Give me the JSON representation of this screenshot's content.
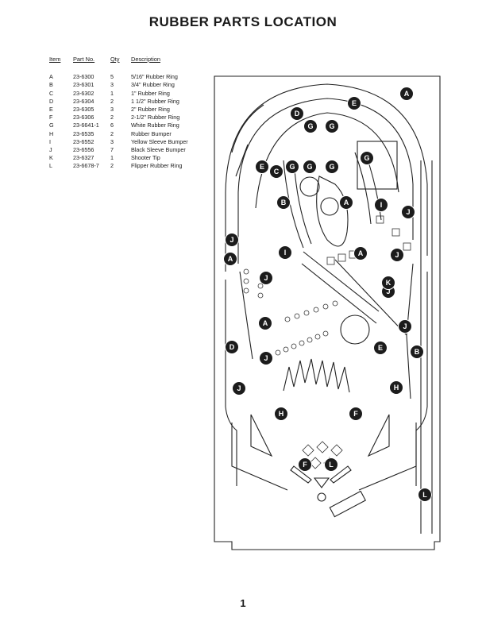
{
  "title": "RUBBER PARTS LOCATION",
  "table": {
    "headers": {
      "item": "Item",
      "part_no": "Part No.",
      "qty": "Qty",
      "description": "Description"
    },
    "rows": [
      {
        "item": "A",
        "part_no": "23-6300",
        "qty": "5",
        "description": "5/16\" Rubber Ring"
      },
      {
        "item": "B",
        "part_no": "23-6301",
        "qty": "3",
        "description": "3/4\" Rubber Ring"
      },
      {
        "item": "C",
        "part_no": "23-6302",
        "qty": "1",
        "description": "1\" Rubber Ring"
      },
      {
        "item": "D",
        "part_no": "23-6304",
        "qty": "2",
        "description": "1 1/2\" Rubber Ring"
      },
      {
        "item": "E",
        "part_no": "23-6305",
        "qty": "3",
        "description": "2\" Rubber Ring"
      },
      {
        "item": "F",
        "part_no": "23-6306",
        "qty": "2",
        "description": "2-1/2\" Rubber Ring"
      },
      {
        "item": "G",
        "part_no": "23-6641-1",
        "qty": "6",
        "description": "White Rubber Ring"
      },
      {
        "item": "H",
        "part_no": "23-6535",
        "qty": "2",
        "description": "Rubber Bumper"
      },
      {
        "item": "I",
        "part_no": "23-6552",
        "qty": "3",
        "description": "Yellow Sleeve Bumper"
      },
      {
        "item": "J",
        "part_no": "23-6556",
        "qty": "7",
        "description": "Black Sleeve Bumper"
      },
      {
        "item": "K",
        "part_no": "23-6327",
        "qty": "1",
        "description": "Shooter Tip"
      },
      {
        "item": "L",
        "part_no": "23-6678-7",
        "qty": "2",
        "description": "Flipper Rubber Ring"
      }
    ]
  },
  "diagram": {
    "callouts": [
      {
        "letter": "A"
      },
      {
        "letter": "E"
      },
      {
        "letter": "D"
      },
      {
        "letter": "G"
      },
      {
        "letter": "G"
      },
      {
        "letter": "G"
      },
      {
        "letter": "C"
      },
      {
        "letter": "E"
      },
      {
        "letter": "G"
      },
      {
        "letter": "G"
      },
      {
        "letter": "G"
      },
      {
        "letter": "B"
      },
      {
        "letter": "A"
      },
      {
        "letter": "I"
      },
      {
        "letter": "J"
      },
      {
        "letter": "J"
      },
      {
        "letter": "I"
      },
      {
        "letter": "A"
      },
      {
        "letter": "J"
      },
      {
        "letter": "A"
      },
      {
        "letter": "J"
      },
      {
        "letter": "J"
      },
      {
        "letter": "J"
      },
      {
        "letter": "A"
      },
      {
        "letter": "J"
      },
      {
        "letter": "D"
      },
      {
        "letter": "E"
      },
      {
        "letter": "B"
      },
      {
        "letter": "J"
      },
      {
        "letter": "H"
      },
      {
        "letter": "H"
      },
      {
        "letter": "F"
      },
      {
        "letter": "F"
      },
      {
        "letter": "L"
      },
      {
        "letter": "L"
      },
      {
        "letter": "K"
      }
    ]
  },
  "page_number": "1"
}
